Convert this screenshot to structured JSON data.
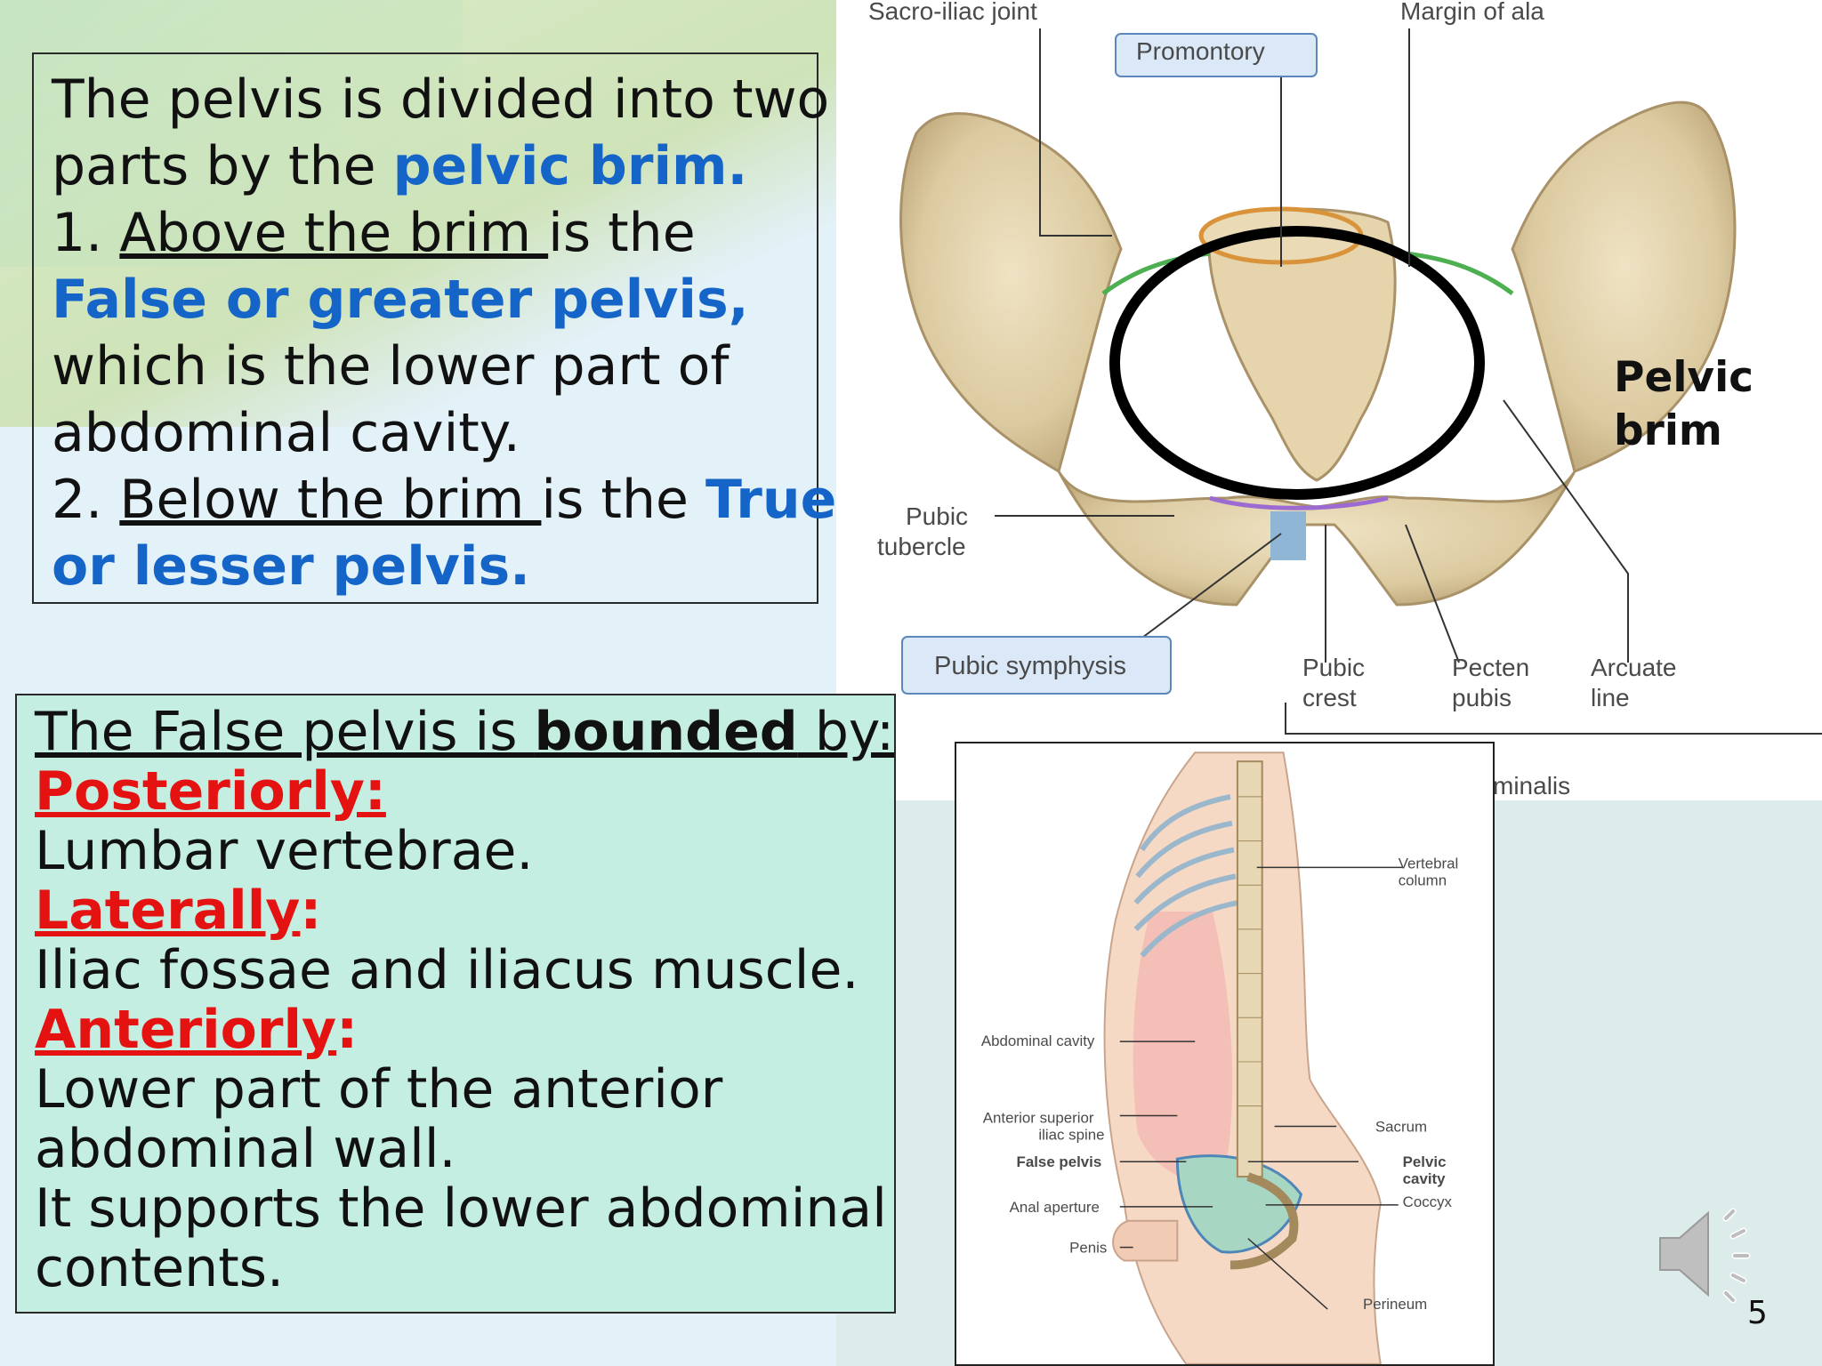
{
  "box1": {
    "l1": "The pelvis is divided into two",
    "l2a": "parts by the ",
    "l2b": "pelvic brim.",
    "l3a": "1. ",
    "l3b": "Above the brim ",
    "l3c": "is the",
    "l4": "False or greater pelvis,",
    "l5": "which is the lower part of",
    "l6": "abdominal cavity.",
    "l7a": "2. ",
    "l7b": "Below the brim ",
    "l7c": "is the ",
    "l7d": "True",
    "l8": "or lesser pelvis."
  },
  "box2": {
    "l1a": "The False pelvis is ",
    "l1b": "bounded",
    "l1c": " by:",
    "posteriorly": "Posteriorly:",
    "post_text": "Lumbar vertebrae.",
    "laterally": "Laterally",
    "colon": ":",
    "lat_text": "Iliac fossae and iliacus muscle.",
    "anteriorly": "Anteriorly",
    "ant_text1": "Lower part of the anterior",
    "ant_text2": "abdominal wall.",
    "sup1": "It supports the lower abdominal",
    "sup2": "contents."
  },
  "fig1": {
    "sacroiliac": "Sacro-iliac joint",
    "promontory": "Promontory",
    "margin": "Margin of ala",
    "pubic_tubercle_1": "Pubic",
    "pubic_tubercle_2": "tubercle",
    "pubic_symphysis": "Pubic symphysis",
    "pubic_crest_1": "Pubic",
    "pubic_crest_2": "crest",
    "pecten_1": "Pecten",
    "pecten_2": "pubis",
    "arcuate_1": "Arcuate",
    "arcuate_2": "line",
    "terminalis": "minalis",
    "pelvic_brim_1": "Pelvic",
    "pelvic_brim_2": "brim"
  },
  "fig2": {
    "vertebral_1": "Vertebral",
    "vertebral_2": "column",
    "abdominal_cavity": "Abdominal cavity",
    "asis_1": "Anterior superior",
    "asis_2": "iliac spine",
    "sacrum": "Sacrum",
    "false_pelvis": "False pelvis",
    "pelvic_cavity_1": "Pelvic",
    "pelvic_cavity_2": "cavity",
    "coccyx": "Coccyx",
    "anal": "Anal aperture",
    "penis": "Penis",
    "perineum": "Perineum"
  },
  "page_number": "5",
  "icons": {
    "speaker": "speaker-icon"
  },
  "colors": {
    "blue": "#1565c8",
    "red": "#e51212",
    "box2_bg": "#c5eee3"
  }
}
